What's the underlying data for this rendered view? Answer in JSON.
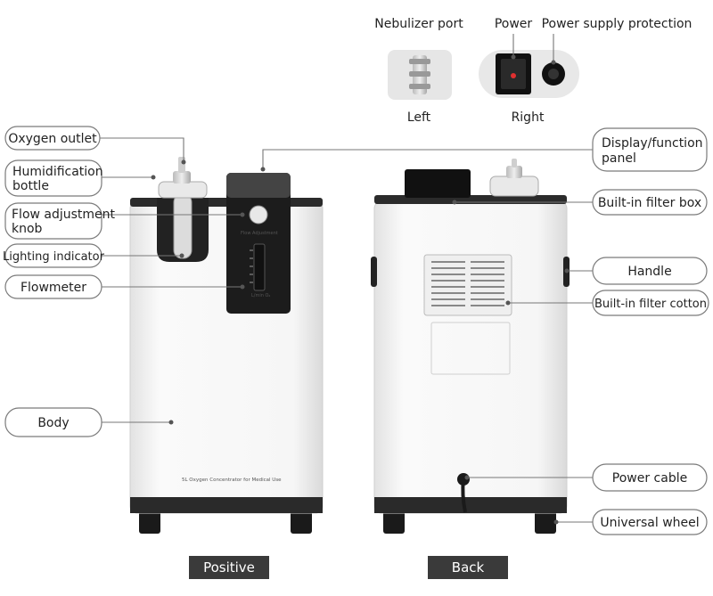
{
  "top_labels": {
    "nebulizer_port": "Nebulizer port",
    "power": "Power",
    "power_supply_protection": "Power supply protection",
    "left": "Left",
    "right": "Right"
  },
  "left_callouts": {
    "oxygen_outlet": "Oxygen outlet",
    "humidification_line1": "Humidification",
    "humidification_line2": "bottle",
    "flow_knob_line1": "Flow adjustment",
    "flow_knob_line2": "knob",
    "lighting_indicator": "Lighting indicator",
    "flowmeter": "Flowmeter",
    "body": "Body"
  },
  "right_callouts": {
    "display_line1": "Display/function",
    "display_line2": "panel",
    "filter_box": "Built-in filter box",
    "handle": "Handle",
    "filter_cotton": "Built-in filter cotton",
    "power_cable": "Power cable",
    "universal_wheel": "Universal wheel"
  },
  "device_text": {
    "flow_adjustment": "Flow Adjustment",
    "lmin": "L/min O₂",
    "front_caption": "5L Oxygen Concentrator for Medical Use"
  },
  "captions": {
    "positive": "Positive",
    "back": "Back"
  },
  "colors": {
    "panel": "#1c1c1c",
    "body": "#f4f4f4",
    "caption_bg": "#3a3a3a"
  }
}
